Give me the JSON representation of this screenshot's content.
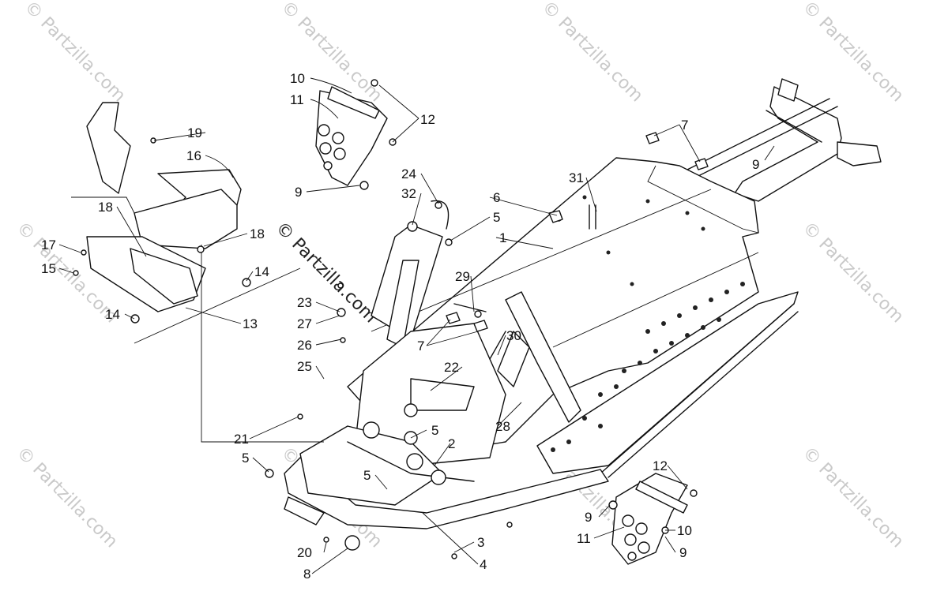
{
  "callouts": [
    {
      "id": "c-10a",
      "text": "10"
    },
    {
      "id": "c-11a",
      "text": "11"
    },
    {
      "id": "c-12a",
      "text": "12"
    },
    {
      "id": "c-9a",
      "text": "9"
    },
    {
      "id": "c-19",
      "text": "19"
    },
    {
      "id": "c-16",
      "text": "16"
    },
    {
      "id": "c-18a",
      "text": "18"
    },
    {
      "id": "c-18b",
      "text": "18"
    },
    {
      "id": "c-17",
      "text": "17"
    },
    {
      "id": "c-15",
      "text": "15"
    },
    {
      "id": "c-14a",
      "text": "14"
    },
    {
      "id": "c-14b",
      "text": "14"
    },
    {
      "id": "c-13",
      "text": "13"
    },
    {
      "id": "c-24",
      "text": "24"
    },
    {
      "id": "c-32",
      "text": "32"
    },
    {
      "id": "c-6",
      "text": "6"
    },
    {
      "id": "c-5a",
      "text": "5"
    },
    {
      "id": "c-1",
      "text": "1"
    },
    {
      "id": "c-31",
      "text": "31"
    },
    {
      "id": "c-7a",
      "text": "7"
    },
    {
      "id": "c-9b",
      "text": "9"
    },
    {
      "id": "c-29",
      "text": "29"
    },
    {
      "id": "c-23",
      "text": "23"
    },
    {
      "id": "c-27",
      "text": "27"
    },
    {
      "id": "c-26",
      "text": "26"
    },
    {
      "id": "c-25",
      "text": "25"
    },
    {
      "id": "c-7b",
      "text": "7"
    },
    {
      "id": "c-30",
      "text": "30"
    },
    {
      "id": "c-22",
      "text": "22"
    },
    {
      "id": "c-28",
      "text": "28"
    },
    {
      "id": "c-5b",
      "text": "5"
    },
    {
      "id": "c-2",
      "text": "2"
    },
    {
      "id": "c-21",
      "text": "21"
    },
    {
      "id": "c-5c",
      "text": "5"
    },
    {
      "id": "c-5d",
      "text": "5"
    },
    {
      "id": "c-20",
      "text": "20"
    },
    {
      "id": "c-8",
      "text": "8"
    },
    {
      "id": "c-3",
      "text": "3"
    },
    {
      "id": "c-4",
      "text": "4"
    },
    {
      "id": "c-12b",
      "text": "12"
    },
    {
      "id": "c-9c",
      "text": "9"
    },
    {
      "id": "c-11b",
      "text": "11"
    },
    {
      "id": "c-10b",
      "text": "10"
    },
    {
      "id": "c-9d",
      "text": "9"
    }
  ],
  "watermark": "© Partzilla.com",
  "center_watermark": "© Partzilla.com"
}
